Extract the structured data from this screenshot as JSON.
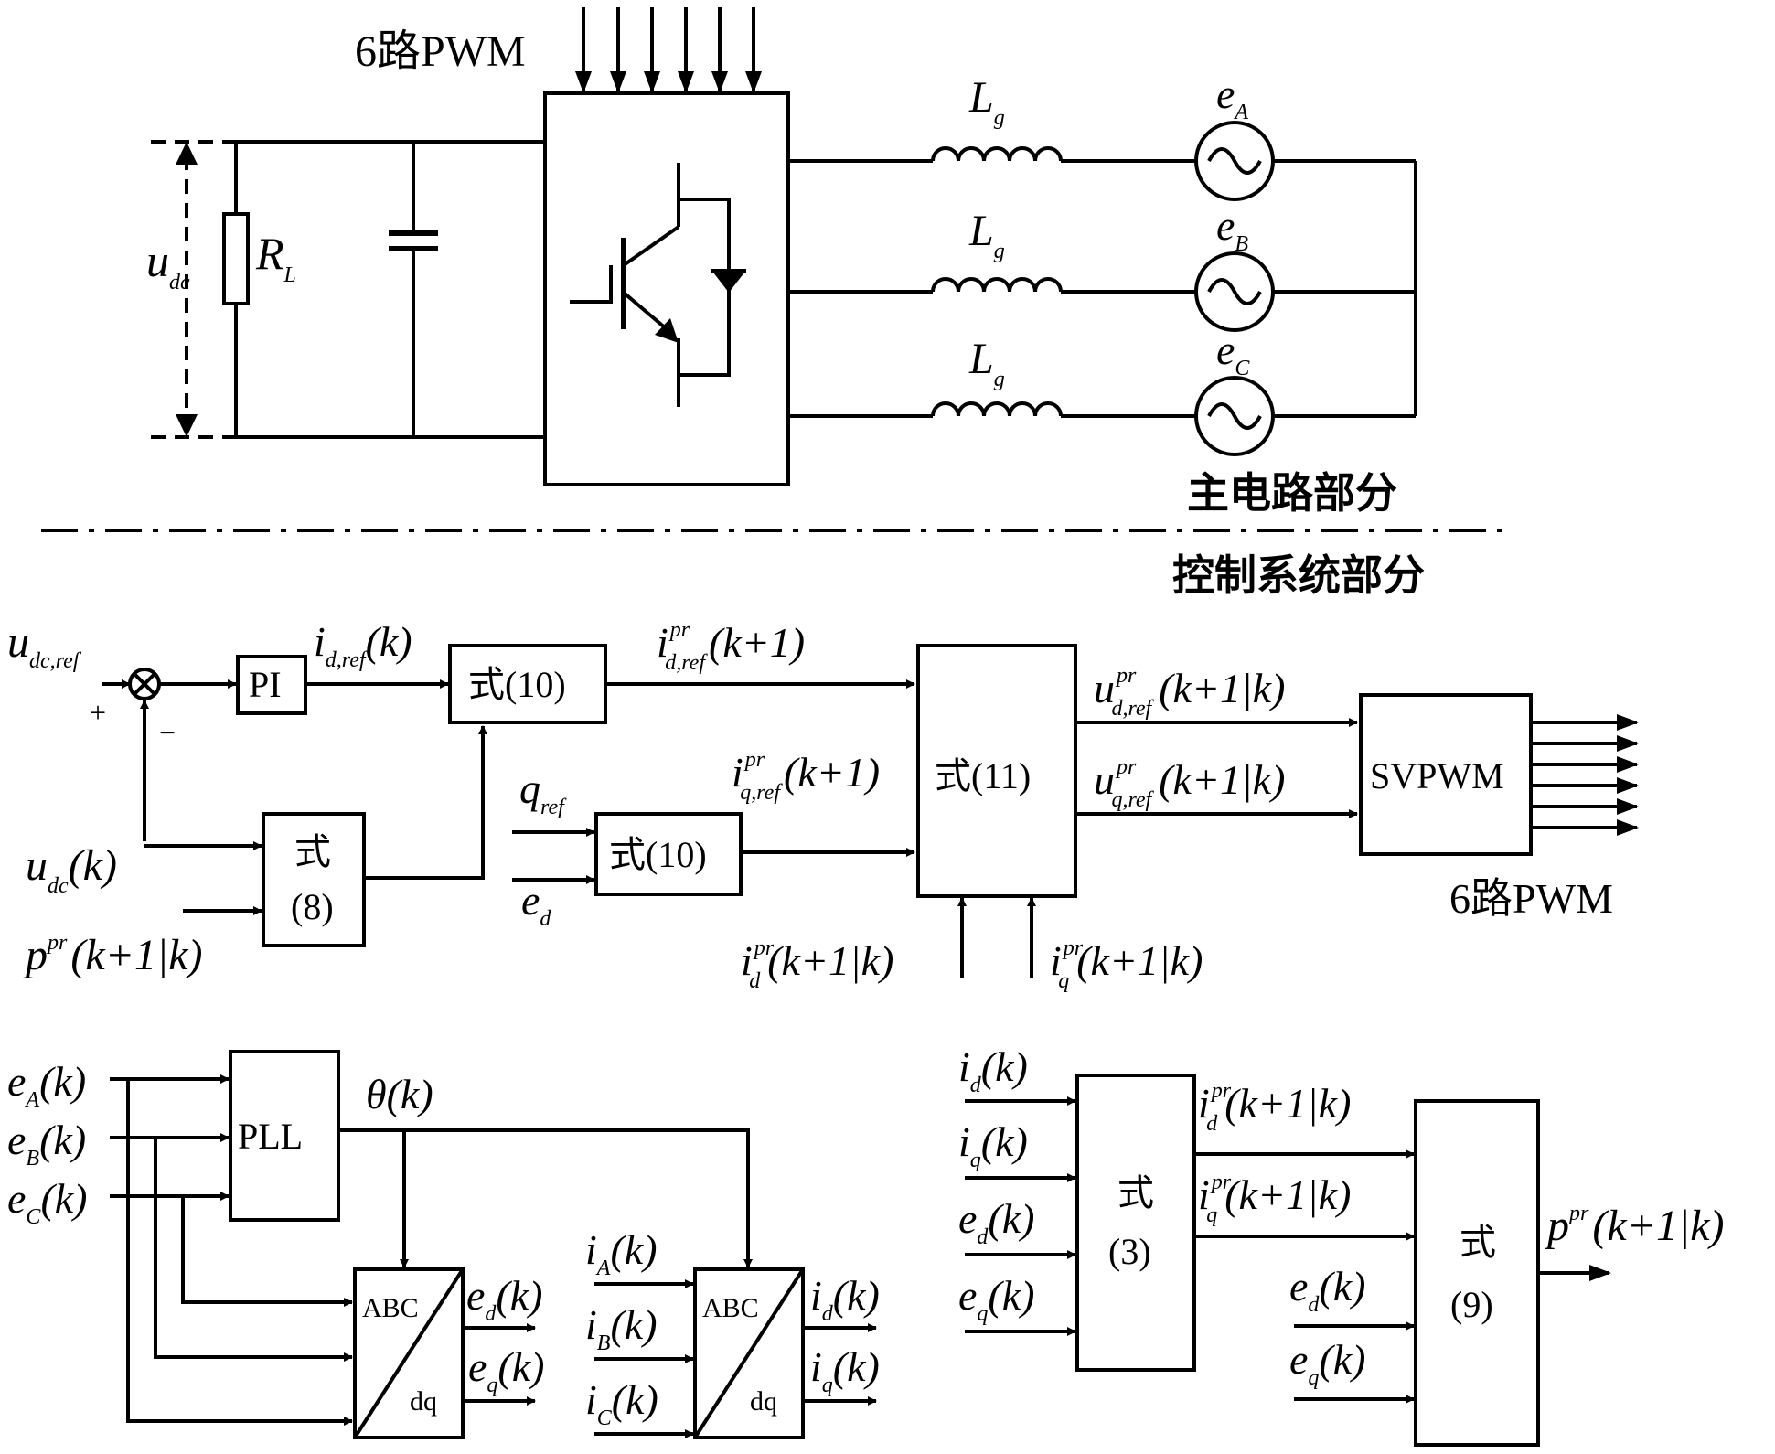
{
  "main_circuit": {
    "pwm_label": "6路PWM",
    "udc": {
      "main": "u",
      "sub": "dc"
    },
    "rl": {
      "main": "R",
      "sub": "L"
    },
    "inductors": [
      {
        "main": "L",
        "sub": "g"
      },
      {
        "main": "L",
        "sub": "g"
      },
      {
        "main": "L",
        "sub": "g"
      }
    ],
    "sources": [
      {
        "main": "e",
        "sub": "A"
      },
      {
        "main": "e",
        "sub": "B"
      },
      {
        "main": "e",
        "sub": "C"
      }
    ],
    "section_label": "主电路部分"
  },
  "control_section_label": "控制系统部分",
  "control": {
    "udc_ref": {
      "main": "u",
      "sub": "dc,ref"
    },
    "plus": "+",
    "minus": "−",
    "pi": "PI",
    "id_ref": {
      "main": "i",
      "sub": "d,ref",
      "tail": "(k)"
    },
    "eq10_a": "式(10)",
    "eq10_b": "式(10)",
    "eq11": "式(11)",
    "eq8_line1": "式",
    "eq8_line2": "(8)",
    "id_ref_pr": {
      "main": "i",
      "sup": "pr",
      "sub": "d,ref",
      "tail": "(k+1)"
    },
    "iq_ref_pr": {
      "main": "i",
      "sup": "pr",
      "sub": "q,ref",
      "tail": "(k+1)"
    },
    "ud_ref_pr": {
      "main": "u",
      "sup": "pr",
      "sub": "d,ref",
      "tail": "(k+1|k)"
    },
    "uq_ref_pr": {
      "main": "u",
      "sup": "pr",
      "sub": "q,ref",
      "tail": "(k+1|k)"
    },
    "svpwm": "SVPWM",
    "pwm_out": "6路PWM",
    "udc_k": {
      "main": "u",
      "sub": "dc",
      "tail": "(k)"
    },
    "ppr": {
      "main": "p",
      "sup": "pr",
      "tail": "(k+1|k)"
    },
    "qref": {
      "main": "q",
      "sub": "ref"
    },
    "ed": {
      "main": "e",
      "sub": "d"
    },
    "id_pr": {
      "main": "i",
      "sup": "pr",
      "sub": "d",
      "tail": "(k+1|k)"
    },
    "iq_pr": {
      "main": "i",
      "sup": "pr",
      "sub": "q",
      "tail": "(k+1|k)"
    }
  },
  "transform": {
    "eA": {
      "main": "e",
      "sub": "A",
      "tail": "(k)"
    },
    "eB": {
      "main": "e",
      "sub": "B",
      "tail": "(k)"
    },
    "eC": {
      "main": "e",
      "sub": "C",
      "tail": "(k)"
    },
    "pll": "PLL",
    "theta": "θ(k)",
    "abc1_top": "ABC",
    "abc1_bot": "dq",
    "abc2_top": "ABC",
    "abc2_bot": "dq",
    "ed_k": {
      "main": "e",
      "sub": "d",
      "tail": "(k)"
    },
    "eq_k": {
      "main": "e",
      "sub": "q",
      "tail": "(k)"
    },
    "iA": {
      "main": "i",
      "sub": "A",
      "tail": "(k)"
    },
    "iB": {
      "main": "i",
      "sub": "B",
      "tail": "(k)"
    },
    "iC": {
      "main": "i",
      "sub": "C",
      "tail": "(k)"
    },
    "id_k": {
      "main": "i",
      "sub": "d",
      "tail": "(k)"
    },
    "iq_k": {
      "main": "i",
      "sub": "q",
      "tail": "(k)"
    }
  },
  "prediction": {
    "in_id": {
      "main": "i",
      "sub": "d",
      "tail": "(k)"
    },
    "in_iq": {
      "main": "i",
      "sub": "q",
      "tail": "(k)"
    },
    "in_ed": {
      "main": "e",
      "sub": "d",
      "tail": "(k)"
    },
    "in_eq": {
      "main": "e",
      "sub": "q",
      "tail": "(k)"
    },
    "eq3_line1": "式",
    "eq3_line2": "(3)",
    "out_id": {
      "main": "i",
      "sup": "pr",
      "sub": "d",
      "tail": "(k+1|k)"
    },
    "out_iq": {
      "main": "i",
      "sup": "pr",
      "sub": "q",
      "tail": "(k+1|k)"
    },
    "ed2": {
      "main": "e",
      "sub": "d",
      "tail": "(k)"
    },
    "eq2": {
      "main": "e",
      "sub": "q",
      "tail": "(k)"
    },
    "eq9_line1": "式",
    "eq9_line2": "(9)",
    "ppr_out": {
      "main": "p",
      "sup": "pr",
      "tail": "(k+1|k)"
    }
  }
}
